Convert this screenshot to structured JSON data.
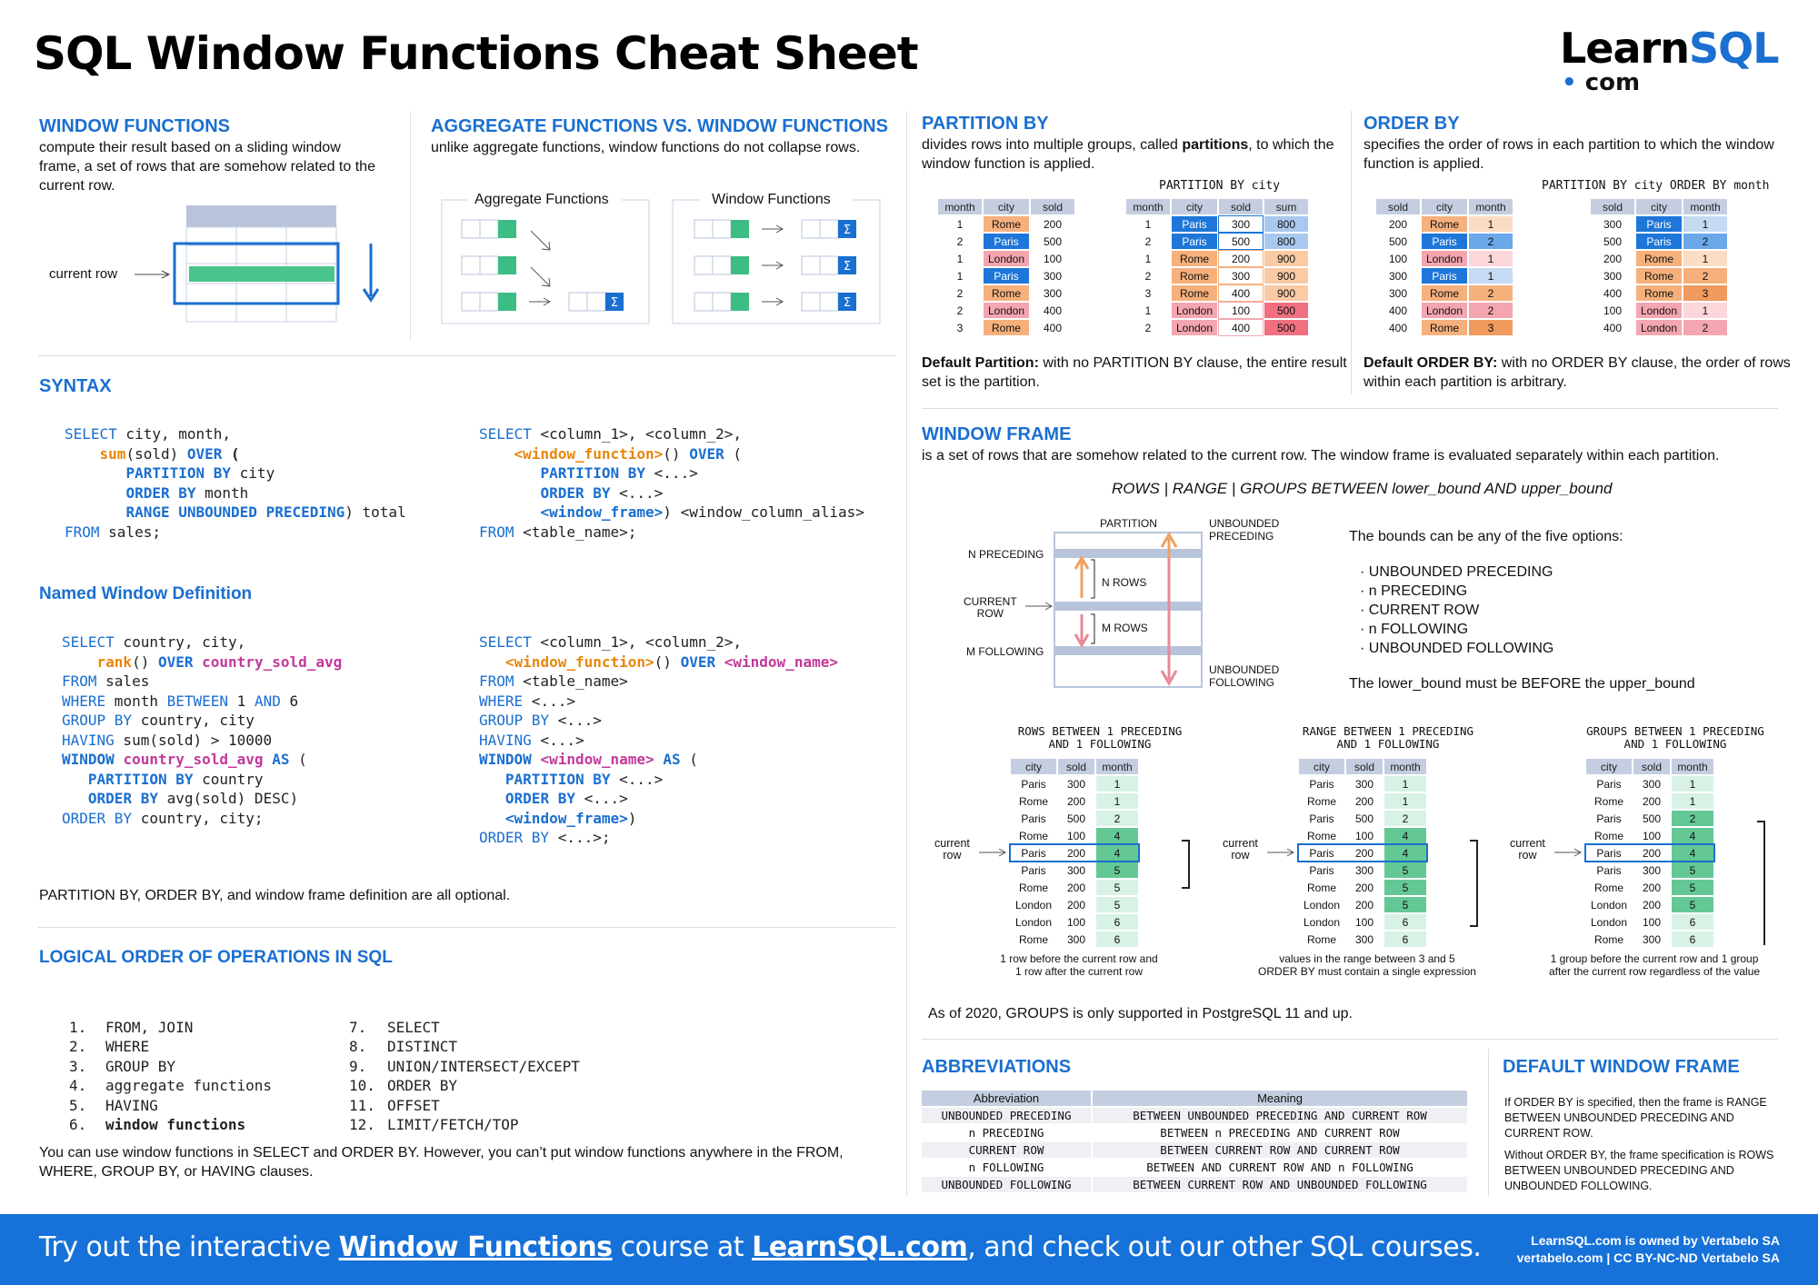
{
  "title": "SQL Window Functions Cheat Sheet",
  "logo": {
    "main": "LearnSQL",
    "sub": "com",
    "sub_dot": "•"
  },
  "colors": {
    "accent": "#1a6fd0",
    "footer": "#1672d8",
    "rome": "#f6b07c",
    "paris": "#1e76d9",
    "london": "#f3a6b0",
    "frame": "#64c895"
  },
  "wf": {
    "title": "WINDOW FUNCTIONS",
    "desc": "compute their result based on a sliding window frame, a set of rows that are somehow related to the current row.",
    "current_row": "current row"
  },
  "agg": {
    "title": "AGGREGATE FUNCTIONS VS. WINDOW FUNCTIONS",
    "desc": "unlike aggregate functions, window functions do not collapse rows.",
    "agg_label": "Aggregate Functions",
    "win_label": "Window Functions",
    "sigma": "Σ"
  },
  "syntax": {
    "title": "SYNTAX"
  },
  "named": {
    "title": "Named Window Definition"
  },
  "optional_note": "PARTITION BY, ORDER BY, and window frame definition are all optional.",
  "logical": {
    "title": "LOGICAL ORDER OF OPERATIONS IN SQL",
    "left": [
      [
        "1.",
        "FROM, JOIN"
      ],
      [
        "2.",
        "WHERE"
      ],
      [
        "3.",
        "GROUP BY"
      ],
      [
        "4.",
        "aggregate functions"
      ],
      [
        "5.",
        "HAVING"
      ],
      [
        "6.",
        "window functions"
      ]
    ],
    "right": [
      [
        "7.",
        "SELECT"
      ],
      [
        "8.",
        "DISTINCT"
      ],
      [
        "9.",
        "UNION/INTERSECT/EXCEPT"
      ],
      [
        "10.",
        "ORDER BY"
      ],
      [
        "11.",
        "OFFSET"
      ],
      [
        "12.",
        "LIMIT/FETCH/TOP"
      ]
    ],
    "note": "You can use window functions in SELECT and ORDER BY. However, you can’t put window functions anywhere in the FROM, WHERE, GROUP BY, or HAVING clauses."
  },
  "partition": {
    "title": "PARTITION BY",
    "desc_pre": "divides rows into multiple groups, called ",
    "desc_bold": "partitions",
    "desc_post": ", to which the window function is applied.",
    "caption": "PARTITION BY city",
    "left_head": [
      "month",
      "city",
      "sold"
    ],
    "left_rows": [
      [
        "1",
        "Rome",
        "200"
      ],
      [
        "2",
        "Paris",
        "500"
      ],
      [
        "1",
        "London",
        "100"
      ],
      [
        "1",
        "Paris",
        "300"
      ],
      [
        "2",
        "Rome",
        "300"
      ],
      [
        "2",
        "London",
        "400"
      ],
      [
        "3",
        "Rome",
        "400"
      ]
    ],
    "right_head": [
      "month",
      "city",
      "sold",
      "sum"
    ],
    "right_rows": [
      [
        "1",
        "Paris",
        "300",
        "800"
      ],
      [
        "2",
        "Paris",
        "500",
        "800"
      ],
      [
        "1",
        "Rome",
        "200",
        "900"
      ],
      [
        "2",
        "Rome",
        "300",
        "900"
      ],
      [
        "3",
        "Rome",
        "400",
        "900"
      ],
      [
        "1",
        "London",
        "100",
        "500"
      ],
      [
        "2",
        "London",
        "400",
        "500"
      ]
    ],
    "default_bold": "Default Partition:",
    "default_text": " with no PARTITION BY clause, the entire result set is the partition."
  },
  "orderby": {
    "title": "ORDER BY",
    "desc": "specifies the order of rows in each partition to which the window function is applied.",
    "caption": "PARTITION BY city ORDER BY month",
    "left_head": [
      "sold",
      "city",
      "month"
    ],
    "left_rows": [
      [
        "200",
        "Rome",
        "1"
      ],
      [
        "500",
        "Paris",
        "2"
      ],
      [
        "100",
        "London",
        "1"
      ],
      [
        "300",
        "Paris",
        "1"
      ],
      [
        "300",
        "Rome",
        "2"
      ],
      [
        "400",
        "London",
        "2"
      ],
      [
        "400",
        "Rome",
        "3"
      ]
    ],
    "right_head": [
      "sold",
      "city",
      "month"
    ],
    "right_rows": [
      [
        "300",
        "Paris",
        "1"
      ],
      [
        "500",
        "Paris",
        "2"
      ],
      [
        "200",
        "Rome",
        "1"
      ],
      [
        "300",
        "Rome",
        "2"
      ],
      [
        "400",
        "Rome",
        "3"
      ],
      [
        "100",
        "London",
        "1"
      ],
      [
        "400",
        "London",
        "2"
      ]
    ],
    "default_bold": "Default ORDER BY:",
    "default_text": " with no ORDER BY clause, the order of rows within each partition is arbitrary."
  },
  "frame": {
    "title": "WINDOW FRAME",
    "desc": "is a set of rows that are somehow related to the current row. The window frame is evaluated separately within each partition.",
    "syntax": "ROWS | RANGE | GROUPS BETWEEN lower_bound AND upper_bound",
    "partition": "PARTITION",
    "unb_prec": [
      "UNBOUNDED",
      "PRECEDING"
    ],
    "unb_foll": [
      "UNBOUNDED",
      "FOLLOWING"
    ],
    "n_prec": "N PRECEDING",
    "cur": [
      "CURRENT",
      "ROW"
    ],
    "m_foll": "M FOLLOWING",
    "n_rows": "N ROWS",
    "m_rows": "M ROWS",
    "bounds_intro": "The bounds can be any of the five options:",
    "bounds": [
      "UNBOUNDED PRECEDING",
      "n PRECEDING",
      "CURRENT ROW",
      "n FOLLOWING",
      "UNBOUNDED FOLLOWING"
    ],
    "bounds_note": "The lower_bound must be BEFORE the upper_bound",
    "head": [
      "city",
      "sold",
      "month"
    ],
    "rows": [
      [
        "Paris",
        "300",
        "1"
      ],
      [
        "Rome",
        "200",
        "1"
      ],
      [
        "Paris",
        "500",
        "2"
      ],
      [
        "Rome",
        "100",
        "4"
      ],
      [
        "Paris",
        "200",
        "4"
      ],
      [
        "Paris",
        "300",
        "5"
      ],
      [
        "Rome",
        "200",
        "5"
      ],
      [
        "London",
        "200",
        "5"
      ],
      [
        "London",
        "100",
        "6"
      ],
      [
        "Rome",
        "300",
        "6"
      ]
    ],
    "current_row": [
      "current",
      "row"
    ],
    "examples": [
      {
        "title": [
          "ROWS BETWEEN 1 PRECEDING",
          "AND 1 FOLLOWING"
        ],
        "caption": [
          "1 row before the current row and",
          "1 row after the current row"
        ]
      },
      {
        "title": [
          "RANGE BETWEEN 1 PRECEDING",
          "AND 1 FOLLOWING"
        ],
        "caption": [
          "values in the range between 3 and 5",
          "ORDER BY must contain a single expression"
        ]
      },
      {
        "title": [
          "GROUPS BETWEEN 1 PRECEDING",
          "AND 1 FOLLOWING"
        ],
        "caption": [
          "1 group before the current row and 1 group",
          "after the current row regardless of the value"
        ]
      }
    ],
    "groups_note": "As of 2020, GROUPS is only supported in PostgreSQL 11 and up."
  },
  "abbr": {
    "title": "ABBREVIATIONS",
    "head": [
      "Abbreviation",
      "Meaning"
    ],
    "rows": [
      [
        "UNBOUNDED PRECEDING",
        "BETWEEN UNBOUNDED PRECEDING AND CURRENT ROW"
      ],
      [
        "n PRECEDING",
        "BETWEEN n PRECEDING AND CURRENT ROW"
      ],
      [
        "CURRENT ROW",
        "BETWEEN CURRENT ROW AND CURRENT ROW"
      ],
      [
        "n FOLLOWING",
        "BETWEEN AND CURRENT ROW AND n FOLLOWING"
      ],
      [
        "UNBOUNDED FOLLOWING",
        "BETWEEN CURRENT ROW AND UNBOUNDED FOLLOWING"
      ]
    ]
  },
  "dwf": {
    "title": "DEFAULT WINDOW FRAME",
    "p1": "If ORDER BY is specified, then the frame is RANGE BETWEEN UNBOUNDED PRECEDING AND CURRENT ROW.",
    "p2": "Without ORDER BY, the frame specification is ROWS BETWEEN UNBOUNDED PRECEDING AND UNBOUNDED FOLLOWING."
  },
  "footer": {
    "pre": "Try out the interactive ",
    "link1": "Window Functions",
    "mid": " course at ",
    "link2": "LearnSQL.com",
    "post": ", and check out our other SQL courses.",
    "r1": "LearnSQL.com is owned by Vertabelo SA",
    "r2": "vertabelo.com | CC BY-NC-ND Vertabelo SA"
  }
}
